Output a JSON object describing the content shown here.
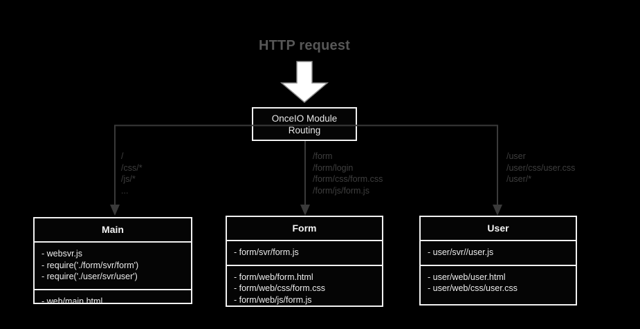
{
  "diagram": {
    "title": "HTTP request",
    "router": {
      "line1": "OnceIO Module",
      "line2": "Routing"
    },
    "colors": {
      "background": "#000000",
      "box_border": "#f2f2f2",
      "box_text": "#ededed",
      "title_text": "#575757",
      "route_label_text": "#3f3f3f",
      "connector_line": "#3a3a3a",
      "block_arrow_fill": "#ffffff"
    },
    "branches": [
      {
        "name": "main",
        "routes": [
          "/",
          "/css/*",
          "/js/*",
          "..."
        ],
        "module": {
          "title": "Main",
          "server_items": [
            "- websvr.js",
            "- require('./form/svr/form')",
            "- require('./user/svr/user')"
          ],
          "web_items": [
            "- web/main.html"
          ]
        }
      },
      {
        "name": "form",
        "routes": [
          "/form",
          "/form/login",
          "/form/css/form.css",
          "/form/js/form.js"
        ],
        "module": {
          "title": "Form",
          "server_items": [
            "- form/svr/form.js"
          ],
          "web_items": [
            "- form/web/form.html",
            "- form/web/css/form.css",
            "- form/web/js/form.js"
          ]
        }
      },
      {
        "name": "user",
        "routes": [
          "/user",
          "/user/css/user.css",
          "/user/*"
        ],
        "module": {
          "title": "User",
          "server_items": [
            "- user/svr//user.js"
          ],
          "web_items": [
            "- user/web/user.html",
            "- user/web/css/user.css"
          ]
        }
      }
    ]
  }
}
